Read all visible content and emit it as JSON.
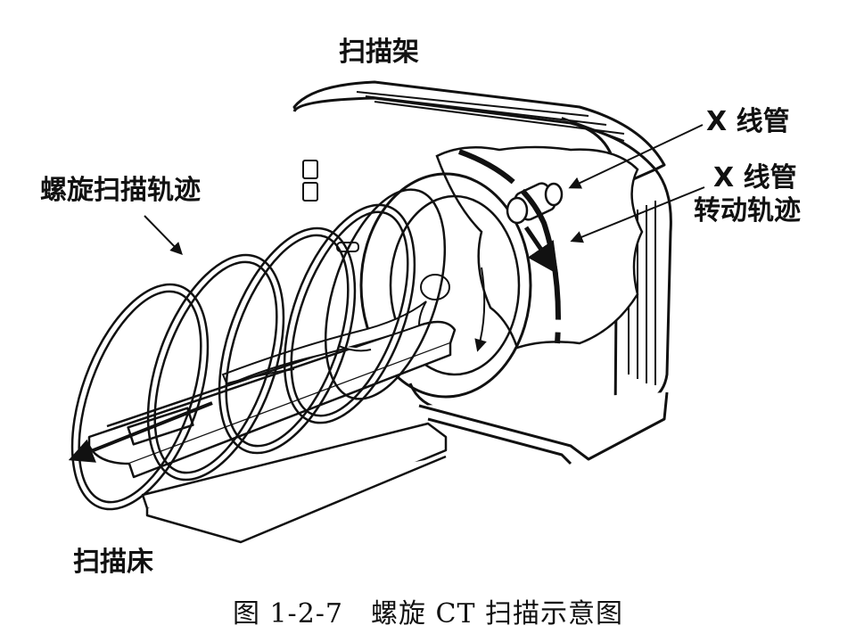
{
  "labels": {
    "gantry": "扫描架",
    "xray_tube": "X 线管",
    "tube_track_line1": "X 线管",
    "tube_track_line2": "转动轨迹",
    "helical_track": "螺旋扫描轨迹",
    "couch": "扫描床"
  },
  "caption": "图 1-2-7　螺旋 CT 扫描示意图",
  "colors": {
    "ink": "#111111",
    "paper": "#ffffff"
  },
  "helix_loops": 5
}
